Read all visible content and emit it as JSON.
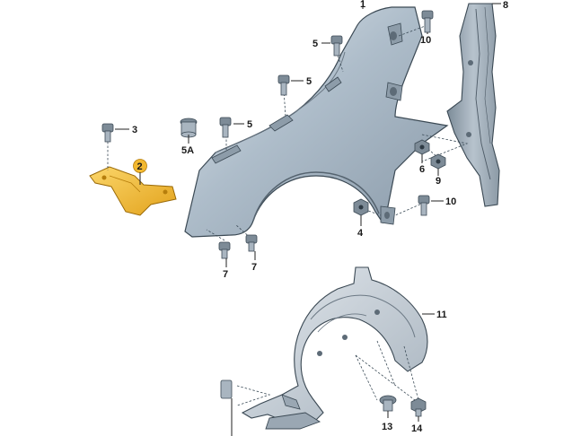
{
  "callouts": {
    "c1": "1",
    "c2": "2",
    "c3": "3",
    "c4": "4",
    "c5a": "5",
    "c5b": "5",
    "c5c": "5",
    "c5A": "5A",
    "c6": "6",
    "c7a": "7",
    "c7b": "7",
    "c8": "8",
    "c9": "9",
    "c10a": "10",
    "c10b": "10",
    "c11": "11",
    "c13": "13",
    "c14": "14"
  },
  "colors": {
    "fender": "#aab8c6",
    "liner": "#c2ccd5",
    "highlight_part": "#f2b830",
    "line": "#1a1a1a"
  }
}
